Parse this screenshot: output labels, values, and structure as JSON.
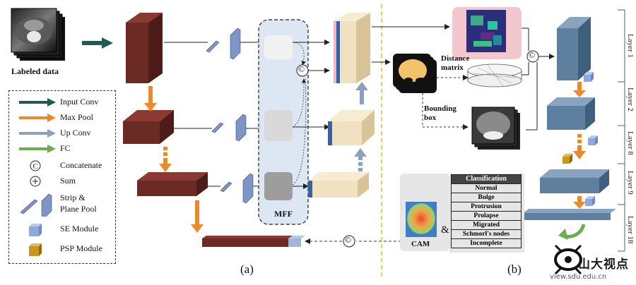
{
  "input": {
    "caption": "Labeled data"
  },
  "legend": {
    "items": [
      {
        "icon": "dark-teal-arrow-icon",
        "label": "Input Conv"
      },
      {
        "icon": "orange-arrow-icon",
        "label": "Max Pool"
      },
      {
        "icon": "gray-blue-arrow-icon",
        "label": "Up Conv"
      },
      {
        "icon": "green-arrow-icon",
        "label": "FC"
      },
      {
        "icon": "concatenate-icon",
        "label": "Concatenate"
      },
      {
        "icon": "sum-icon",
        "label": "Sum"
      },
      {
        "icon": "strip-plane-pool-icon",
        "label": "Strip &"
      },
      {
        "icon": "",
        "label": "Plane Pool"
      },
      {
        "icon": "se-module-icon",
        "label": "SE Module"
      },
      {
        "icon": "psp-module-icon",
        "label": "PSP Module"
      }
    ]
  },
  "mff": {
    "label": "MFF"
  },
  "panel_a": {
    "label": "(a)"
  },
  "panel_b": {
    "label": "(b)"
  },
  "symbols": {
    "concat": "©"
  },
  "right": {
    "distance_matrix": "Distance\nmatrix",
    "distance_line1": "Distance",
    "distance_line2": "matrix",
    "bbox_line1": "Bounding",
    "bbox_line2": "box",
    "cam": "CAM",
    "ampersand": "&"
  },
  "classification": {
    "header": "Classification",
    "rows": [
      "Normal",
      "Bulge",
      "Protrusion",
      "Prolapse",
      "Migrated",
      "Schmorl's nodes",
      "Incomplete"
    ]
  },
  "layers": [
    "Layer 1",
    "Layer 2",
    "Layer 8",
    "Layer 9",
    "Layer 18"
  ],
  "watermark": {
    "text": "山大视点",
    "url": "view.sdu.edu.cn"
  },
  "colors": {
    "input_conv": "#215a52",
    "max_pool": "#e98a2d",
    "up_conv": "#8aa1be",
    "fc": "#6ab04c",
    "block_dark": "#6b2a24",
    "block_tan": "#f0e2c0",
    "block_blue": "#5f7f9e",
    "mff_bg": "#dce7f3",
    "divider": "#e8c24a"
  }
}
